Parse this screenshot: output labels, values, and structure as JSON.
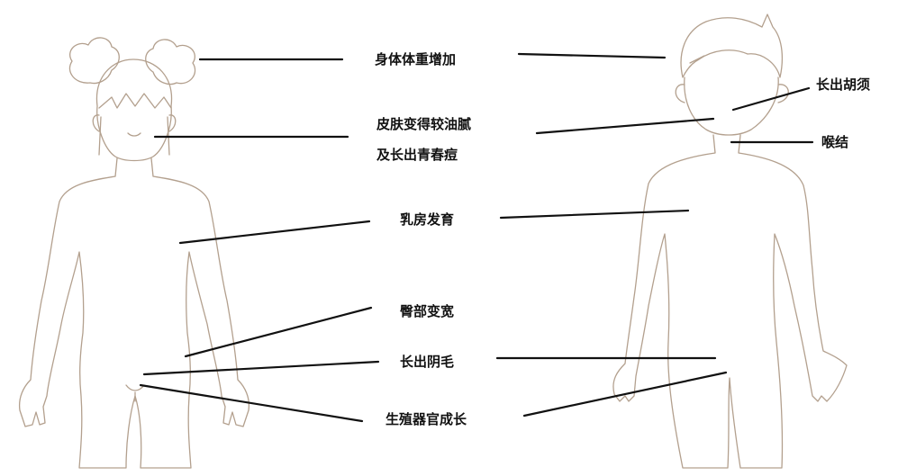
{
  "labels": {
    "weight_gain": "身体体重增加",
    "skin_oily": "皮肤变得较油腻",
    "acne": "及长出青春痘",
    "breast": "乳房发育",
    "hips": "臀部变宽",
    "pubic_hair": "长出阴毛",
    "genitals": "生殖器官成长",
    "beard": "长出胡须",
    "adams_apple": "喉结"
  },
  "colors": {
    "outline": "#b3a08e",
    "leader": "#111111",
    "text": "#111111"
  }
}
